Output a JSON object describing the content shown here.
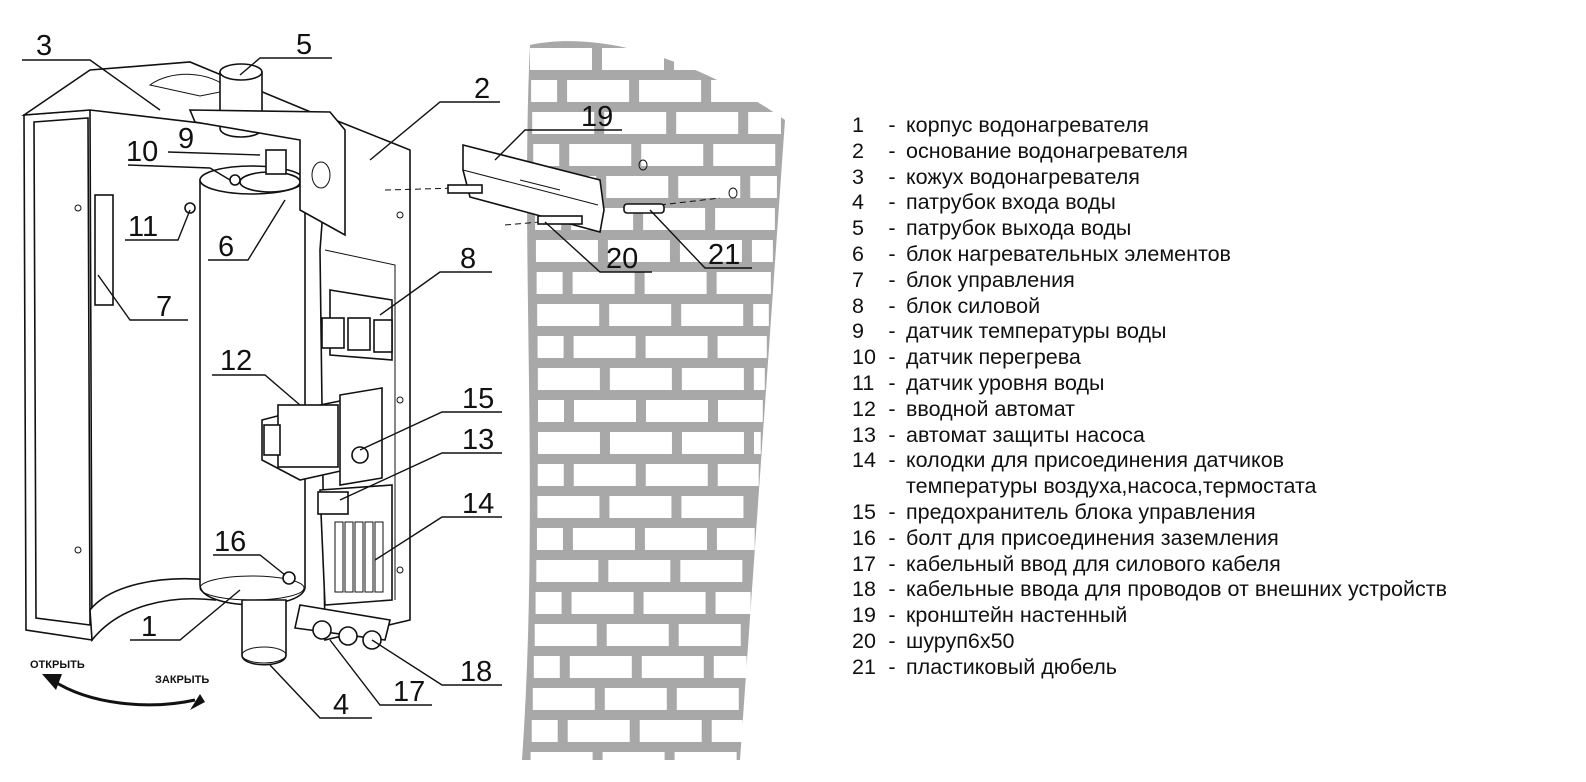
{
  "callouts": [
    "1",
    "2",
    "3",
    "4",
    "5",
    "6",
    "7",
    "8",
    "9",
    "10",
    "11",
    "12",
    "13",
    "14",
    "15",
    "16",
    "17",
    "18",
    "19",
    "20",
    "21"
  ],
  "directions": {
    "open": "ОТКРЫТЬ",
    "close": "ЗАКРЫТЬ"
  },
  "legend": [
    {
      "n": "1",
      "text": "корпус  водонагревателя"
    },
    {
      "n": "2",
      "text": "основание водонагревателя"
    },
    {
      "n": "3",
      "text": "кожух водонагревателя"
    },
    {
      "n": "4",
      "text": "патрубок входа воды"
    },
    {
      "n": "5",
      "text": "патрубок выхода воды"
    },
    {
      "n": "6",
      "text": "блок нагревательных элементов"
    },
    {
      "n": "7",
      "text": "блок управления"
    },
    {
      "n": "8",
      "text": "блок силовой"
    },
    {
      "n": "9",
      "text": "датчик температуры воды"
    },
    {
      "n": "10",
      "text": "датчик перегрева"
    },
    {
      "n": "11",
      "text": "датчик уровня воды"
    },
    {
      "n": "12",
      "text": "вводной автомат"
    },
    {
      "n": "13",
      "text": "автомат защиты насоса"
    },
    {
      "n": "14",
      "text": "колодки  для присоединения датчиков",
      "cont": "температуры воздуха,насоса,термостата"
    },
    {
      "n": "15",
      "text": " предохранитель блока управления"
    },
    {
      "n": "16",
      "text": "болт для присоединения заземления"
    },
    {
      "n": "17",
      "text": "кабельный ввод для силового кабеля"
    },
    {
      "n": "18",
      "text": "кабельные ввода для проводов от внешних устройств"
    },
    {
      "n": "19",
      "text": "кронштейн настенный"
    },
    {
      "n": "20",
      "text": "шуруп6х50"
    },
    {
      "n": "21",
      "text": "пластиковый дюбель"
    }
  ]
}
